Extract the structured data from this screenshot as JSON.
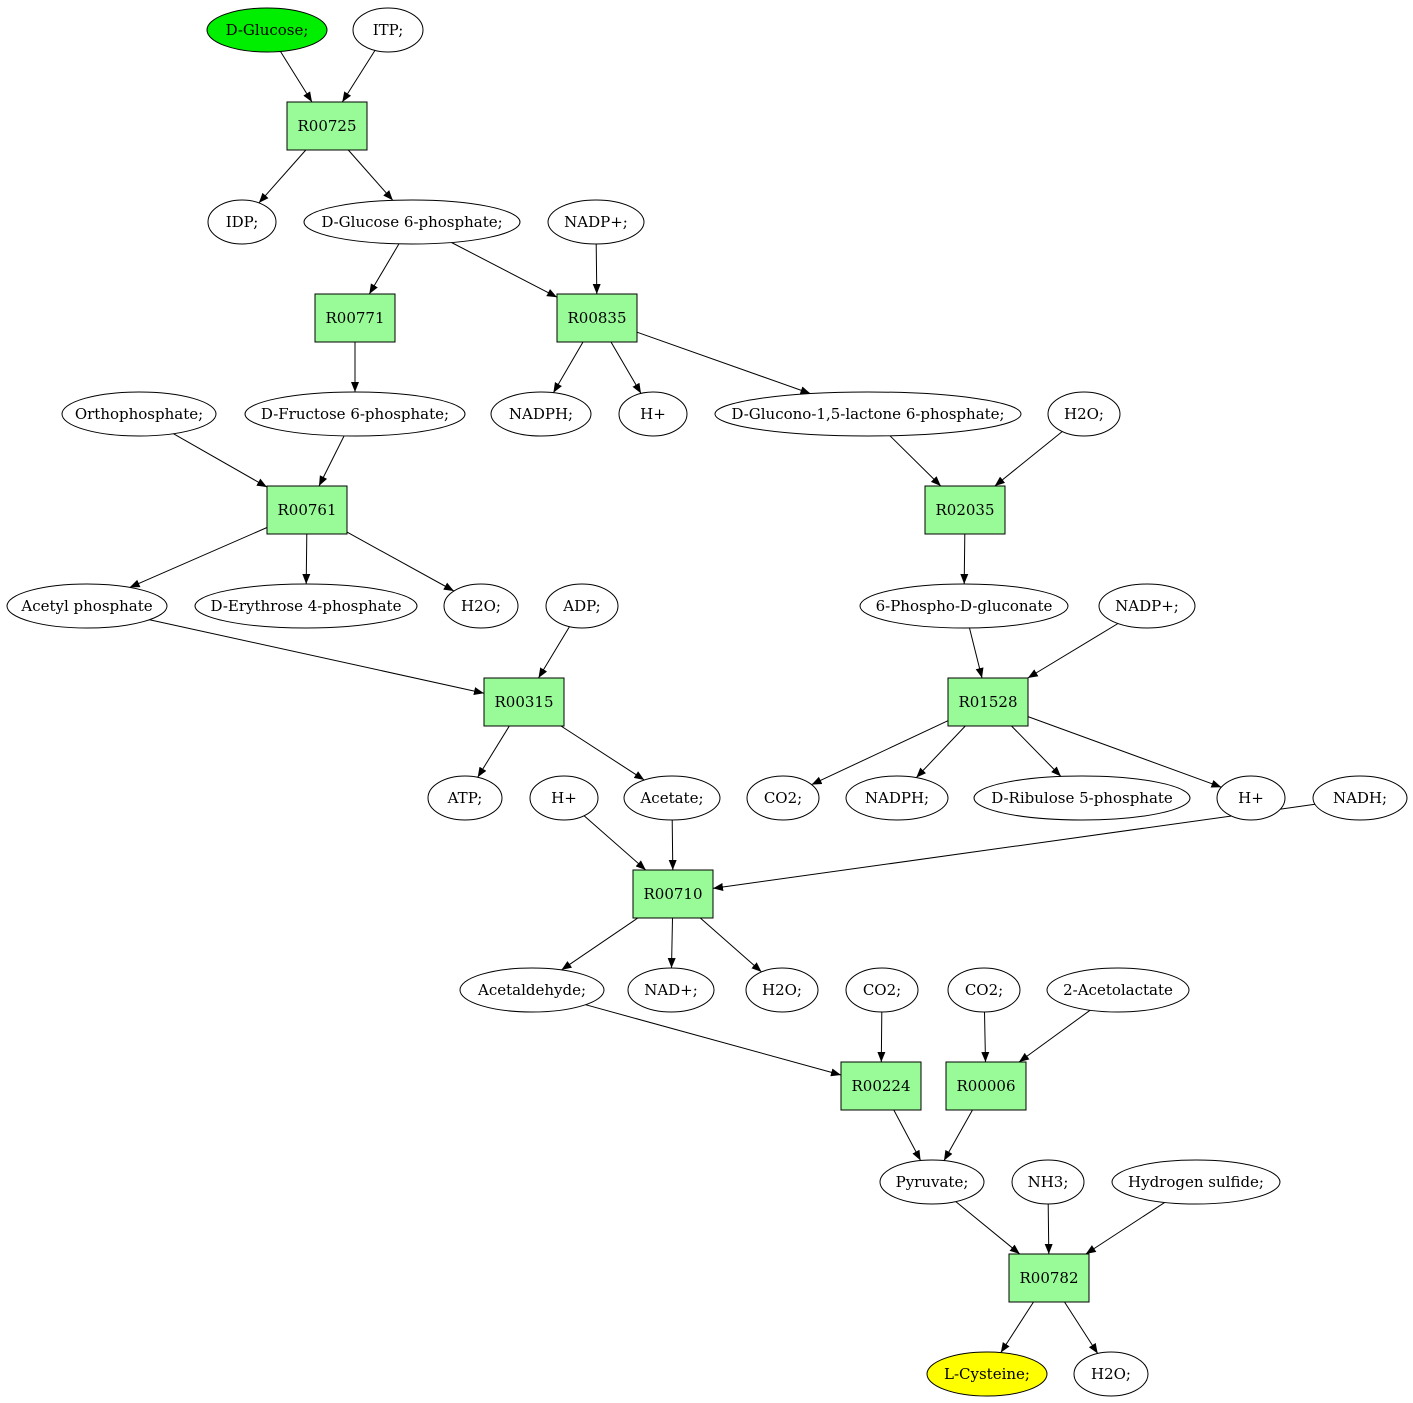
{
  "colors": {
    "metabolite": "#ffffff",
    "reaction": "#98fb98",
    "source": "#00ee00",
    "target": "#ffff00"
  },
  "nodes": [
    {
      "id": "glc",
      "label": "D-Glucose;",
      "kind": "source"
    },
    {
      "id": "itp",
      "label": "ITP;",
      "kind": "metabolite"
    },
    {
      "id": "r00725",
      "label": "R00725",
      "kind": "reaction"
    },
    {
      "id": "idp",
      "label": "IDP;",
      "kind": "metabolite"
    },
    {
      "id": "g6p",
      "label": "D-Glucose 6-phosphate;",
      "kind": "metabolite"
    },
    {
      "id": "nadp1",
      "label": "NADP+;",
      "kind": "metabolite"
    },
    {
      "id": "r00771",
      "label": "R00771",
      "kind": "reaction"
    },
    {
      "id": "r00835",
      "label": "R00835",
      "kind": "reaction"
    },
    {
      "id": "orthop",
      "label": "Orthophosphate;",
      "kind": "metabolite"
    },
    {
      "id": "f6p",
      "label": "D-Fructose 6-phosphate;",
      "kind": "metabolite"
    },
    {
      "id": "nadph1",
      "label": "NADPH;",
      "kind": "metabolite"
    },
    {
      "id": "hplus1",
      "label": "H+",
      "kind": "metabolite"
    },
    {
      "id": "glucono",
      "label": "D-Glucono-1,5-lactone 6-phosphate;",
      "kind": "metabolite"
    },
    {
      "id": "h2o1",
      "label": "H2O;",
      "kind": "metabolite"
    },
    {
      "id": "r00761",
      "label": "R00761",
      "kind": "reaction"
    },
    {
      "id": "r02035",
      "label": "R02035",
      "kind": "reaction"
    },
    {
      "id": "acp",
      "label": "Acetyl phosphate",
      "kind": "metabolite"
    },
    {
      "id": "e4p",
      "label": "D-Erythrose 4-phosphate",
      "kind": "metabolite"
    },
    {
      "id": "h2o2",
      "label": "H2O;",
      "kind": "metabolite"
    },
    {
      "id": "adp",
      "label": "ADP;",
      "kind": "metabolite"
    },
    {
      "id": "pgluc",
      "label": "6-Phospho-D-gluconate",
      "kind": "metabolite"
    },
    {
      "id": "nadp2",
      "label": "NADP+;",
      "kind": "metabolite"
    },
    {
      "id": "r00315",
      "label": "R00315",
      "kind": "reaction"
    },
    {
      "id": "r01528",
      "label": "R01528",
      "kind": "reaction"
    },
    {
      "id": "atp",
      "label": "ATP;",
      "kind": "metabolite"
    },
    {
      "id": "hplus2",
      "label": "H+",
      "kind": "metabolite"
    },
    {
      "id": "acetate",
      "label": "Acetate;",
      "kind": "metabolite"
    },
    {
      "id": "co2a",
      "label": "CO2;",
      "kind": "metabolite"
    },
    {
      "id": "nadph2",
      "label": "NADPH;",
      "kind": "metabolite"
    },
    {
      "id": "ru5p",
      "label": "D-Ribulose 5-phosphate",
      "kind": "metabolite"
    },
    {
      "id": "hplus3",
      "label": "H+",
      "kind": "metabolite"
    },
    {
      "id": "nadh",
      "label": "NADH;",
      "kind": "metabolite"
    },
    {
      "id": "r00710",
      "label": "R00710",
      "kind": "reaction"
    },
    {
      "id": "acald",
      "label": "Acetaldehyde;",
      "kind": "metabolite"
    },
    {
      "id": "nad",
      "label": "NAD+;",
      "kind": "metabolite"
    },
    {
      "id": "h2o3",
      "label": "H2O;",
      "kind": "metabolite"
    },
    {
      "id": "co2b",
      "label": "CO2;",
      "kind": "metabolite"
    },
    {
      "id": "co2c",
      "label": "CO2;",
      "kind": "metabolite"
    },
    {
      "id": "acl",
      "label": "2-Acetolactate",
      "kind": "metabolite"
    },
    {
      "id": "r00224",
      "label": "R00224",
      "kind": "reaction"
    },
    {
      "id": "r00006",
      "label": "R00006",
      "kind": "reaction"
    },
    {
      "id": "pyr",
      "label": "Pyruvate;",
      "kind": "metabolite"
    },
    {
      "id": "nh3",
      "label": "NH3;",
      "kind": "metabolite"
    },
    {
      "id": "h2s",
      "label": "Hydrogen sulfide;",
      "kind": "metabolite"
    },
    {
      "id": "r00782",
      "label": "R00782",
      "kind": "reaction"
    },
    {
      "id": "cys",
      "label": "L-Cysteine;",
      "kind": "target"
    },
    {
      "id": "h2o4",
      "label": "H2O;",
      "kind": "metabolite"
    }
  ],
  "edges": [
    [
      "glc",
      "r00725"
    ],
    [
      "itp",
      "r00725"
    ],
    [
      "r00725",
      "idp"
    ],
    [
      "r00725",
      "g6p"
    ],
    [
      "g6p",
      "r00771"
    ],
    [
      "g6p",
      "r00835"
    ],
    [
      "nadp1",
      "r00835"
    ],
    [
      "r00771",
      "f6p"
    ],
    [
      "r00835",
      "nadph1"
    ],
    [
      "r00835",
      "hplus1"
    ],
    [
      "r00835",
      "glucono"
    ],
    [
      "orthop",
      "r00761"
    ],
    [
      "f6p",
      "r00761"
    ],
    [
      "glucono",
      "r02035"
    ],
    [
      "h2o1",
      "r02035"
    ],
    [
      "r00761",
      "acp"
    ],
    [
      "r00761",
      "e4p"
    ],
    [
      "r00761",
      "h2o2"
    ],
    [
      "r02035",
      "pgluc"
    ],
    [
      "acp",
      "r00315"
    ],
    [
      "adp",
      "r00315"
    ],
    [
      "pgluc",
      "r01528"
    ],
    [
      "nadp2",
      "r01528"
    ],
    [
      "r00315",
      "atp"
    ],
    [
      "r00315",
      "acetate"
    ],
    [
      "r01528",
      "co2a"
    ],
    [
      "r01528",
      "nadph2"
    ],
    [
      "r01528",
      "ru5p"
    ],
    [
      "r01528",
      "hplus3"
    ],
    [
      "hplus2",
      "r00710"
    ],
    [
      "acetate",
      "r00710"
    ],
    [
      "nadh",
      "r00710"
    ],
    [
      "r00710",
      "acald"
    ],
    [
      "r00710",
      "nad"
    ],
    [
      "r00710",
      "h2o3"
    ],
    [
      "acald",
      "r00224"
    ],
    [
      "co2b",
      "r00224"
    ],
    [
      "co2c",
      "r00006"
    ],
    [
      "acl",
      "r00006"
    ],
    [
      "r00224",
      "pyr"
    ],
    [
      "r00006",
      "pyr"
    ],
    [
      "pyr",
      "r00782"
    ],
    [
      "nh3",
      "r00782"
    ],
    [
      "h2s",
      "r00782"
    ],
    [
      "r00782",
      "cys"
    ],
    [
      "r00782",
      "h2o4"
    ]
  ]
}
